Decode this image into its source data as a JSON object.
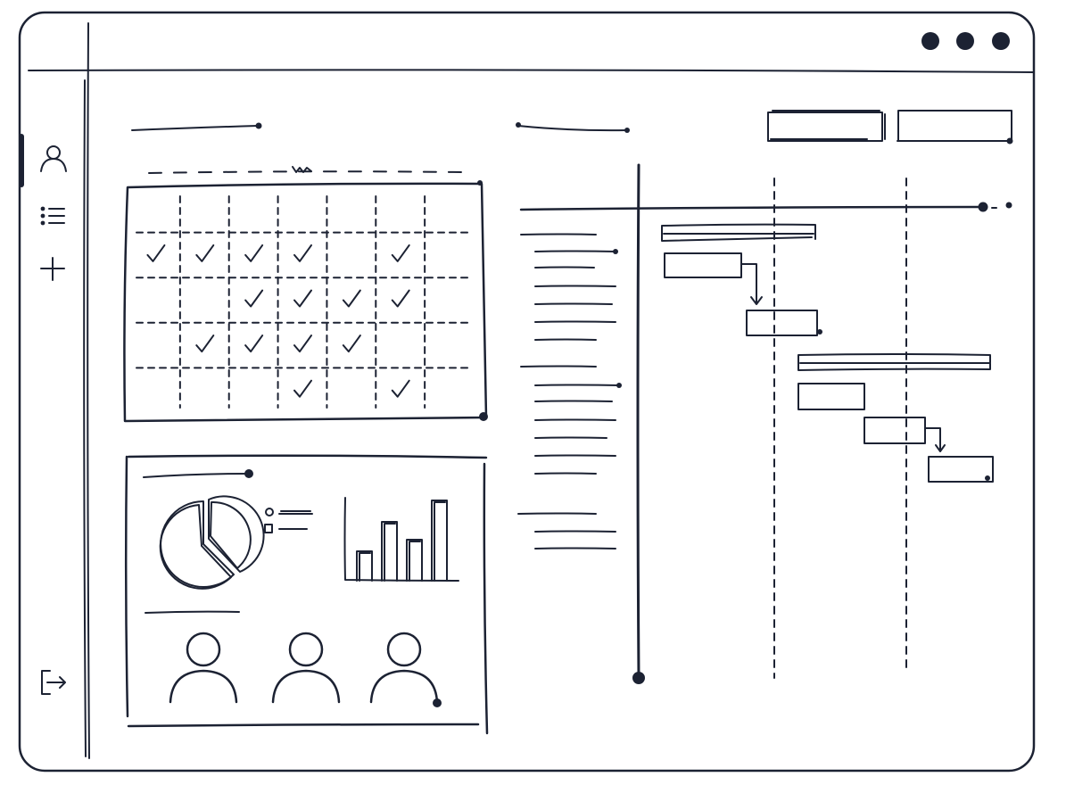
{
  "window": {
    "controls": [
      "window-dot-1",
      "window-dot-2",
      "window-dot-3"
    ]
  },
  "sidebar": {
    "items": [
      {
        "icon": "user-icon",
        "active": true
      },
      {
        "icon": "list-icon",
        "active": false
      },
      {
        "icon": "plus-icon",
        "active": false
      }
    ],
    "footer_icon": "logout-icon"
  },
  "checklist_grid": {
    "columns": 7,
    "rows": 4,
    "checked": [
      [
        true,
        true,
        true,
        true,
        false,
        true,
        false
      ],
      [
        false,
        false,
        true,
        true,
        true,
        true,
        false
      ],
      [
        false,
        true,
        true,
        true,
        true,
        false,
        false
      ],
      [
        false,
        false,
        false,
        true,
        false,
        true,
        false
      ]
    ]
  },
  "summary_panel": {
    "legend_icons": [
      "circle-swatch",
      "square-swatch"
    ],
    "bar_values": [
      0.33,
      0.66,
      0.46,
      0.9
    ],
    "people": [
      "avatar-1",
      "avatar-2",
      "avatar-3"
    ]
  },
  "gantt": {
    "icons": [
      "more-icon"
    ]
  },
  "colors": {
    "ink": "#1c2233",
    "background": "#ffffff"
  }
}
